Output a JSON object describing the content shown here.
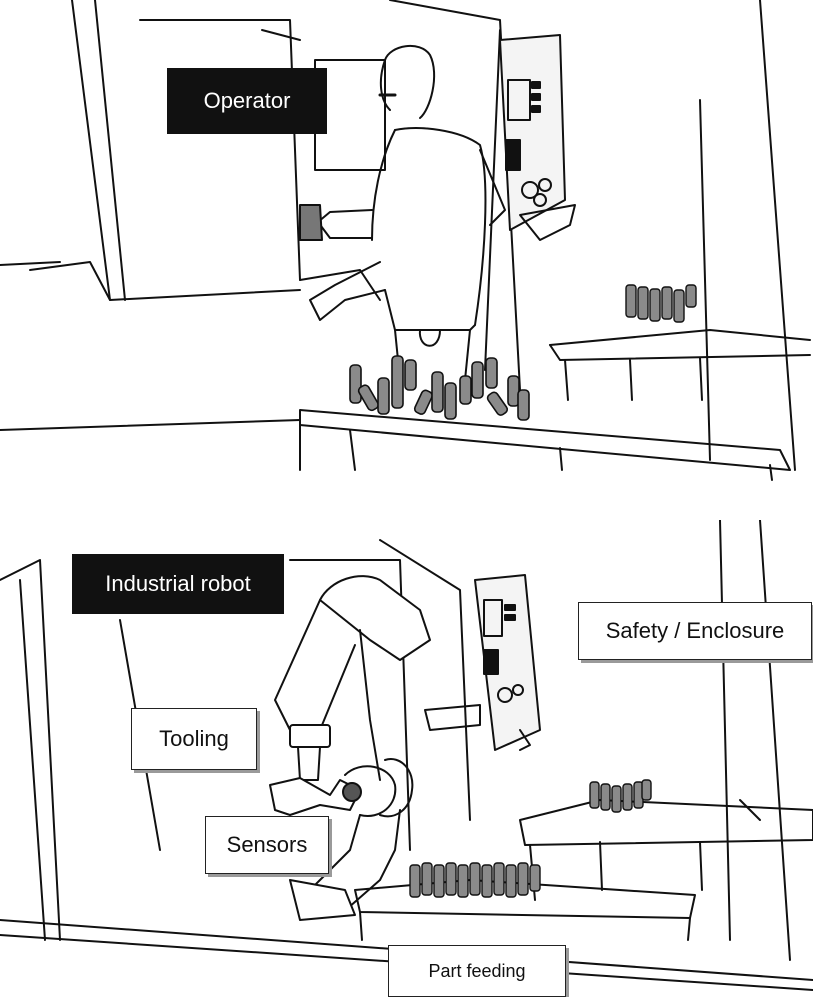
{
  "top_panel": {
    "operator_label": "Operator"
  },
  "bottom_panel": {
    "robot_label": "Industrial robot",
    "tooling_label": "Tooling",
    "safety_label": "Safety / Enclosure",
    "sensors_label": "Sensors",
    "feeding_label": "Part feeding"
  },
  "colors": {
    "ink": "#111111",
    "part_fill": "#8a8a8a",
    "label_shadow": "#9a9a9a"
  }
}
